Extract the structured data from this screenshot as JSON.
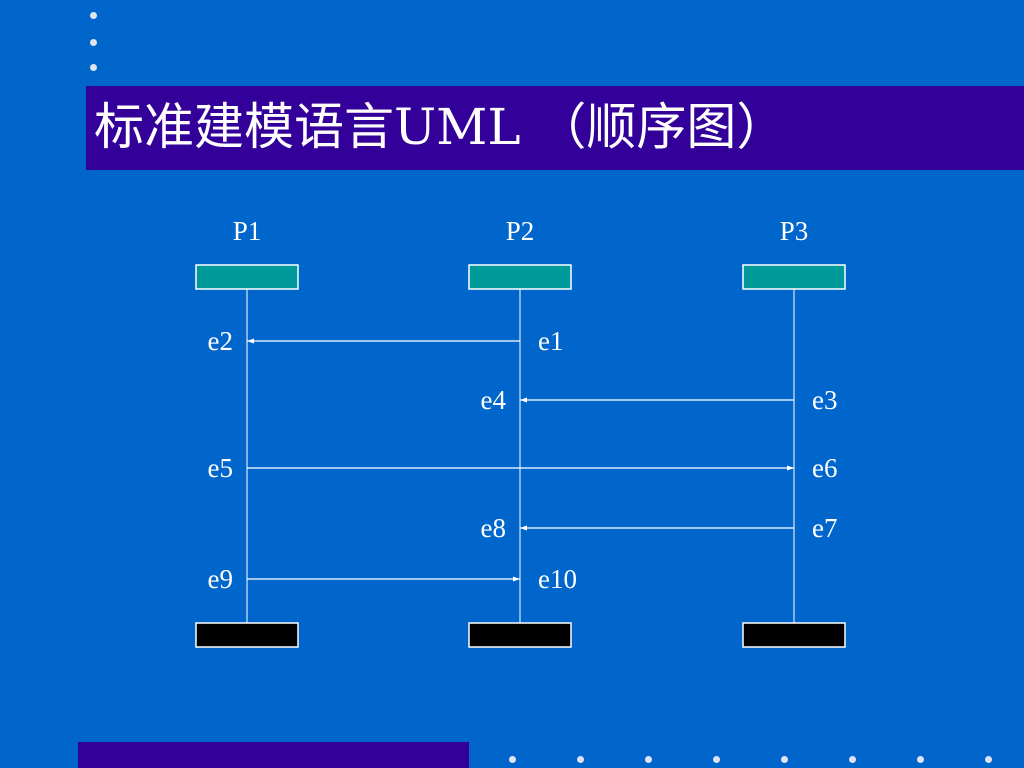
{
  "slide": {
    "title": "标准建模语言UML （顺序图）",
    "background_color": "#0066cc",
    "bar_color": "#330099"
  },
  "diagram": {
    "participants": [
      {
        "id": "p1",
        "label": "P1"
      },
      {
        "id": "p2",
        "label": "P2"
      },
      {
        "id": "p3",
        "label": "P3"
      }
    ],
    "messages": [
      {
        "from": "p2",
        "to": "p1",
        "send_label": "e1",
        "receive_label": "e2"
      },
      {
        "from": "p3",
        "to": "p2",
        "send_label": "e3",
        "receive_label": "e4"
      },
      {
        "from": "p1",
        "to": "p3",
        "send_label": "e5",
        "receive_label": "e6"
      },
      {
        "from": "p3",
        "to": "p2",
        "send_label": "e7",
        "receive_label": "e8"
      },
      {
        "from": "p1",
        "to": "p2",
        "send_label": "e9",
        "receive_label": "e10"
      }
    ],
    "head_color": "#009999",
    "foot_color": "#000000",
    "line_color": "#ffffff"
  }
}
